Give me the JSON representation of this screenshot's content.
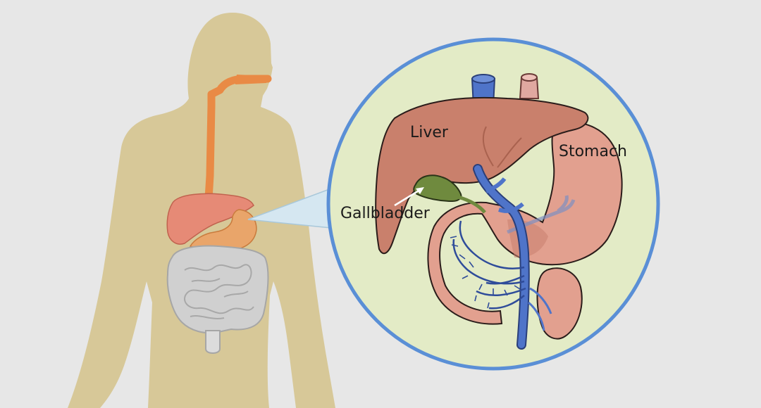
{
  "labels": {
    "liver": "Liver",
    "stomach": "Stomach",
    "gallbladder": "Gallbladder"
  },
  "colors": {
    "background": "#e7e7e7",
    "silhouette": "#d7c898",
    "esophagus": "#e98a45",
    "liver": "#c9806c",
    "liver_outline": "#5a3327",
    "stomach": "#e2a08f",
    "gallbladder": "#6f8a3e",
    "intestine": "#cfcfcf",
    "vessel_blue": "#4f74c9",
    "vessel_pink": "#e0a8a0",
    "inset_fill": "#e3ebc6",
    "inset_border": "#5a8fd6",
    "callout": "#d5e7f1"
  }
}
